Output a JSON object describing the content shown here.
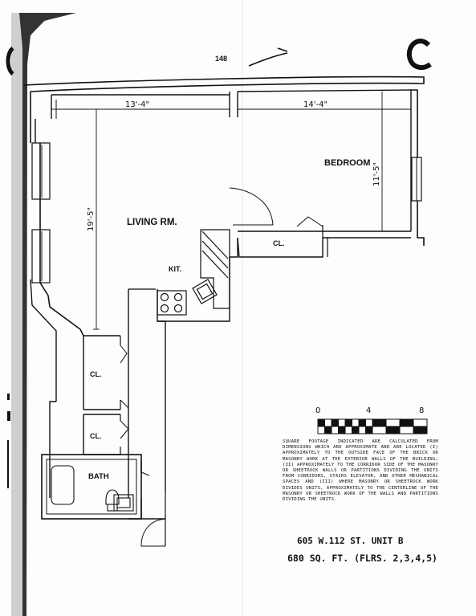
{
  "page_number": "148",
  "rooms": {
    "bedroom": "BEDROOM",
    "living": "LIVING RM.",
    "kitchen": "KIT.",
    "closet_bedroom": "CL.",
    "closet_hall_1": "CL.",
    "closet_hall_2": "CL.",
    "bath": "BATH"
  },
  "dimensions": {
    "living_width": "13'-4\"",
    "bedroom_width": "14'-4\"",
    "bedroom_depth": "11'-5\"",
    "living_depth": "19'-5\""
  },
  "scale": {
    "labels": [
      "0",
      "4",
      "8"
    ]
  },
  "note": "SQUARE FOOTAGE INDICATED ARE CALCULATED FROM DIMENSIONS WHICH ARE APPROXIMATE AND ARE LOCATED (I) APPROXIMATELY TO THE OUTSIDE FACE OF THE BRICK OR MASONRY WORK AT THE EXTERIOR WALLS OF THE BUILDING; (II) APPROXIMATELY TO THE CORRIDOR SIDE OF THE MASONRY OR SHEETROCK WALLS OR PARTITIONS DIVIDING THE UNITS FROM CORRIDORS, STAIRS ELEVATOR, AND OTHER MECHANICAL SPACES AND (III) WHERE MASONRY OR SHEETROCK WORK DIVIDES UNITS, APPROXIMATELY TO THE CENTERLINE OF THE MASONRY OR SHEETROCK WORK OF THE WALLS AND PARTITIONS DIVIDING THE UNITS.",
  "address": "605 W.112 ST. UNIT B",
  "area": "680 SQ. FT. (FLRS. 2,3,4,5)"
}
